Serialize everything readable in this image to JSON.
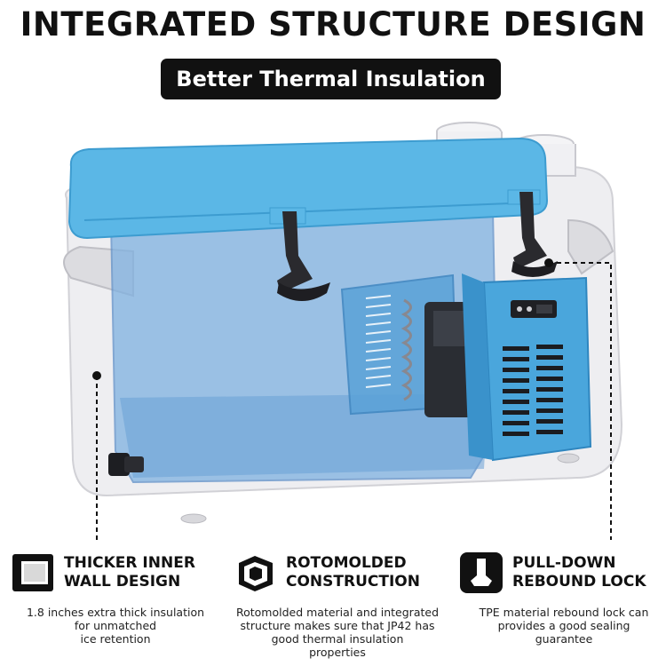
{
  "header": {
    "title": "INTEGRATED STRUCTURE DESIGN",
    "subtitle": "Better Thermal Insulation"
  },
  "features": [
    {
      "icon": "inner-wall-icon",
      "title_line1": "THICKER INNER",
      "title_line2": "WALL DESIGN",
      "desc_lines": [
        "1.8 inches extra thick insulation",
        "for unmatched",
        "ice retention"
      ]
    },
    {
      "icon": "cube-structure-icon",
      "title_line1": "ROTOMOLDED",
      "title_line2": "CONSTRUCTION",
      "desc_lines": [
        "Rotomolded material and integrated",
        "structure makes sure that JP42 has",
        "good thermal insulation",
        "properties"
      ]
    },
    {
      "icon": "latch-lock-icon",
      "title_line1": "PULL-DOWN",
      "title_line2": "REBOUND LOCK",
      "desc_lines": [
        "TPE material rebound lock can",
        "provides a good sealing",
        "guarantee"
      ]
    }
  ],
  "colors": {
    "lid_blue": "#5bb7e6",
    "inner_tank": "#7fb1e0",
    "panel_blue": "#4aa6dc",
    "shell": "#e3e3e6"
  }
}
